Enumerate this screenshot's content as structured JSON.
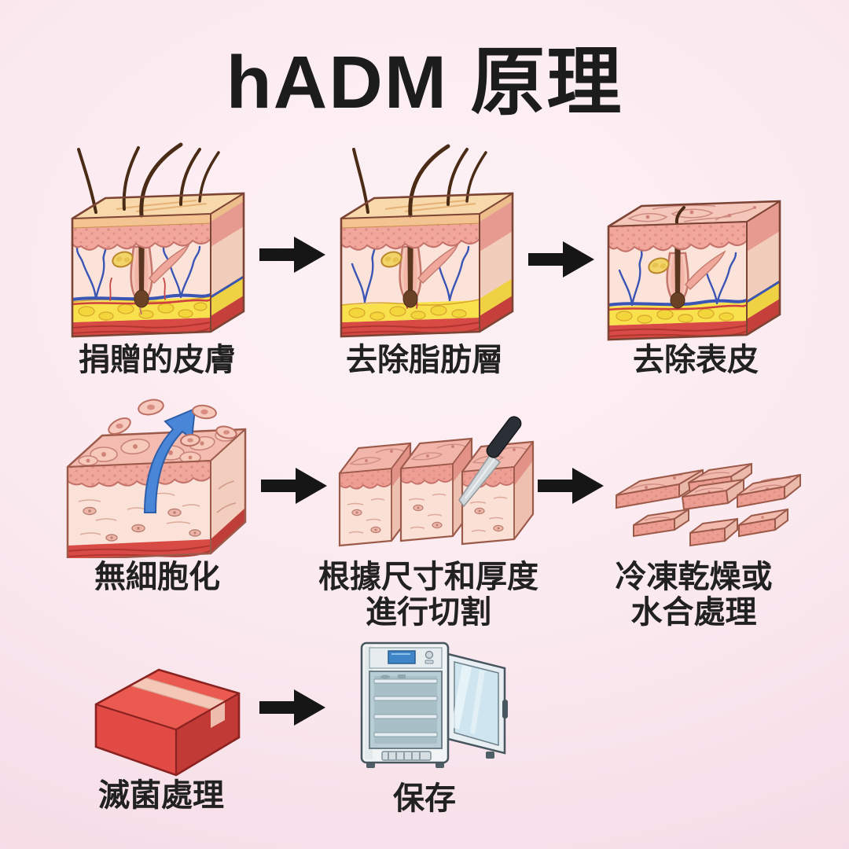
{
  "title": "hADM 原理",
  "steps": [
    {
      "id": "donated-skin",
      "label": "捐贈的皮膚"
    },
    {
      "id": "remove-fat",
      "label": "去除脂肪層"
    },
    {
      "id": "remove-epidermis",
      "label": "去除表皮"
    },
    {
      "id": "decellularization",
      "label": "無細胞化"
    },
    {
      "id": "cutting",
      "label_line1": "根據尺寸和厚度",
      "label_line2": "進行切割"
    },
    {
      "id": "freeze-dry",
      "label_line1": "冷凍乾燥或",
      "label_line2": "水合處理"
    },
    {
      "id": "sterilization",
      "label": "滅菌處理"
    },
    {
      "id": "storage",
      "label": "保存"
    }
  ],
  "icons": {
    "flow_arrows": "black-right-arrow-icon",
    "decell_arrow": "blue-curved-up-arrow-icon",
    "illustrations": [
      "skin-block-with-hair-and-fat",
      "skin-block-with-hair-fat-trimmed",
      "skin-block-epidermis-removed",
      "dermal-matrix-cells-leaving-block",
      "dermal-blocks-being-cut-with-scalpel",
      "freeze-dried-dermal-pieces",
      "red-shipping-box",
      "lab-refrigerator-open-door"
    ]
  },
  "colors": {
    "background_center": "#fdf2f5",
    "background_edge": "#f3d8e2",
    "text": "#1f1f1f",
    "flow_arrow": "#161616",
    "decell_arrow_blue": "#4a86d8",
    "epidermis_tan": "#f3c491",
    "papillary_pink": "#f2a79d",
    "dermis_light": "#fbe3d9",
    "vessel_blue": "#3b55b5",
    "fat_yellow": "#f8e14c",
    "muscle_red": "#d84b45",
    "box_red": "#e24a46",
    "fridge_body": "#f0f4f5",
    "fridge_glass": "#cfe6f0"
  }
}
